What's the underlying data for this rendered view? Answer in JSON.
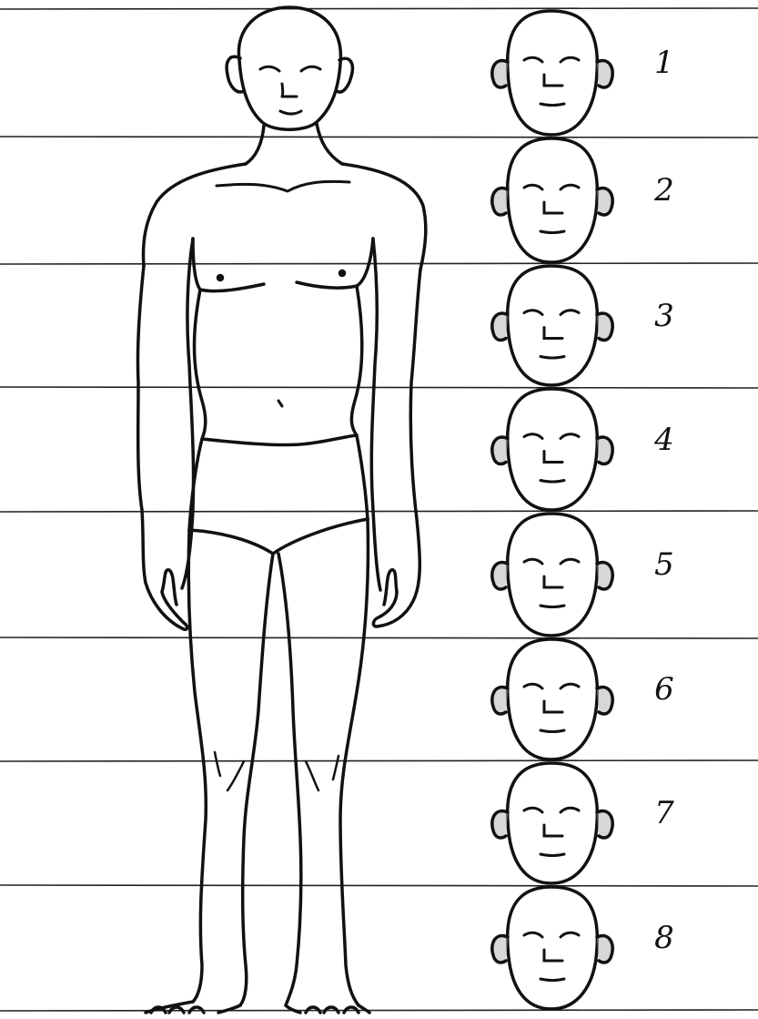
{
  "proportion_labels": [
    "1",
    "2",
    "3",
    "4",
    "5",
    "6",
    "7",
    "8"
  ],
  "colors": {
    "ink": "#111111",
    "rule": "#222222",
    "paper": "#ffffff",
    "ear_shade": "#bdbdbd"
  }
}
